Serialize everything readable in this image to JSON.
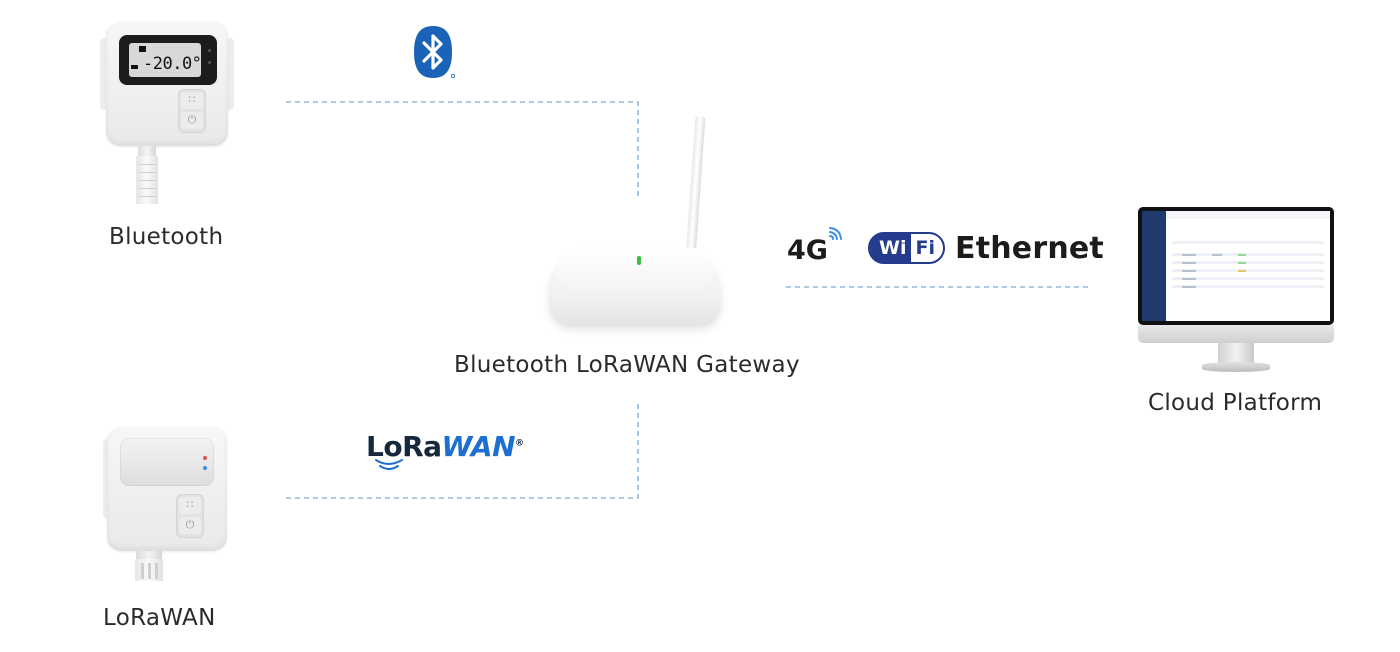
{
  "diagram": {
    "nodes": {
      "bluetooth_sensor": {
        "label": "Bluetooth",
        "display_reading": "-20.0°"
      },
      "lorawan_sensor": {
        "label": "LoRaWAN"
      },
      "gateway": {
        "label": "Bluetooth LoRaWAN Gateway"
      },
      "cloud": {
        "label": "Cloud Platform"
      }
    },
    "protocols": {
      "lora_logo": {
        "part1": "LoRa",
        "part2": "WAN",
        "mark": "®"
      },
      "uplink": {
        "g4": "4G",
        "wifi_wi": "Wi",
        "wifi_fi": "Fi",
        "ethernet": "Ethernet"
      }
    },
    "edges": [
      {
        "from": "bluetooth_sensor",
        "to": "gateway",
        "via": "Bluetooth"
      },
      {
        "from": "lorawan_sensor",
        "to": "gateway",
        "via": "LoRaWAN"
      },
      {
        "from": "gateway",
        "to": "cloud",
        "via": "4G / WiFi / Ethernet"
      }
    ],
    "colors": {
      "connector": "#8fb7e0",
      "bluetooth_blue": "#1a63b8",
      "wifi_navy": "#243b8e",
      "lora_blue": "#1d6fd2",
      "gateway_led": "#39c04a"
    },
    "icons": [
      "bluetooth-icon",
      "signal-4g-icon",
      "wifi-logo",
      "lorawan-logo"
    ]
  }
}
